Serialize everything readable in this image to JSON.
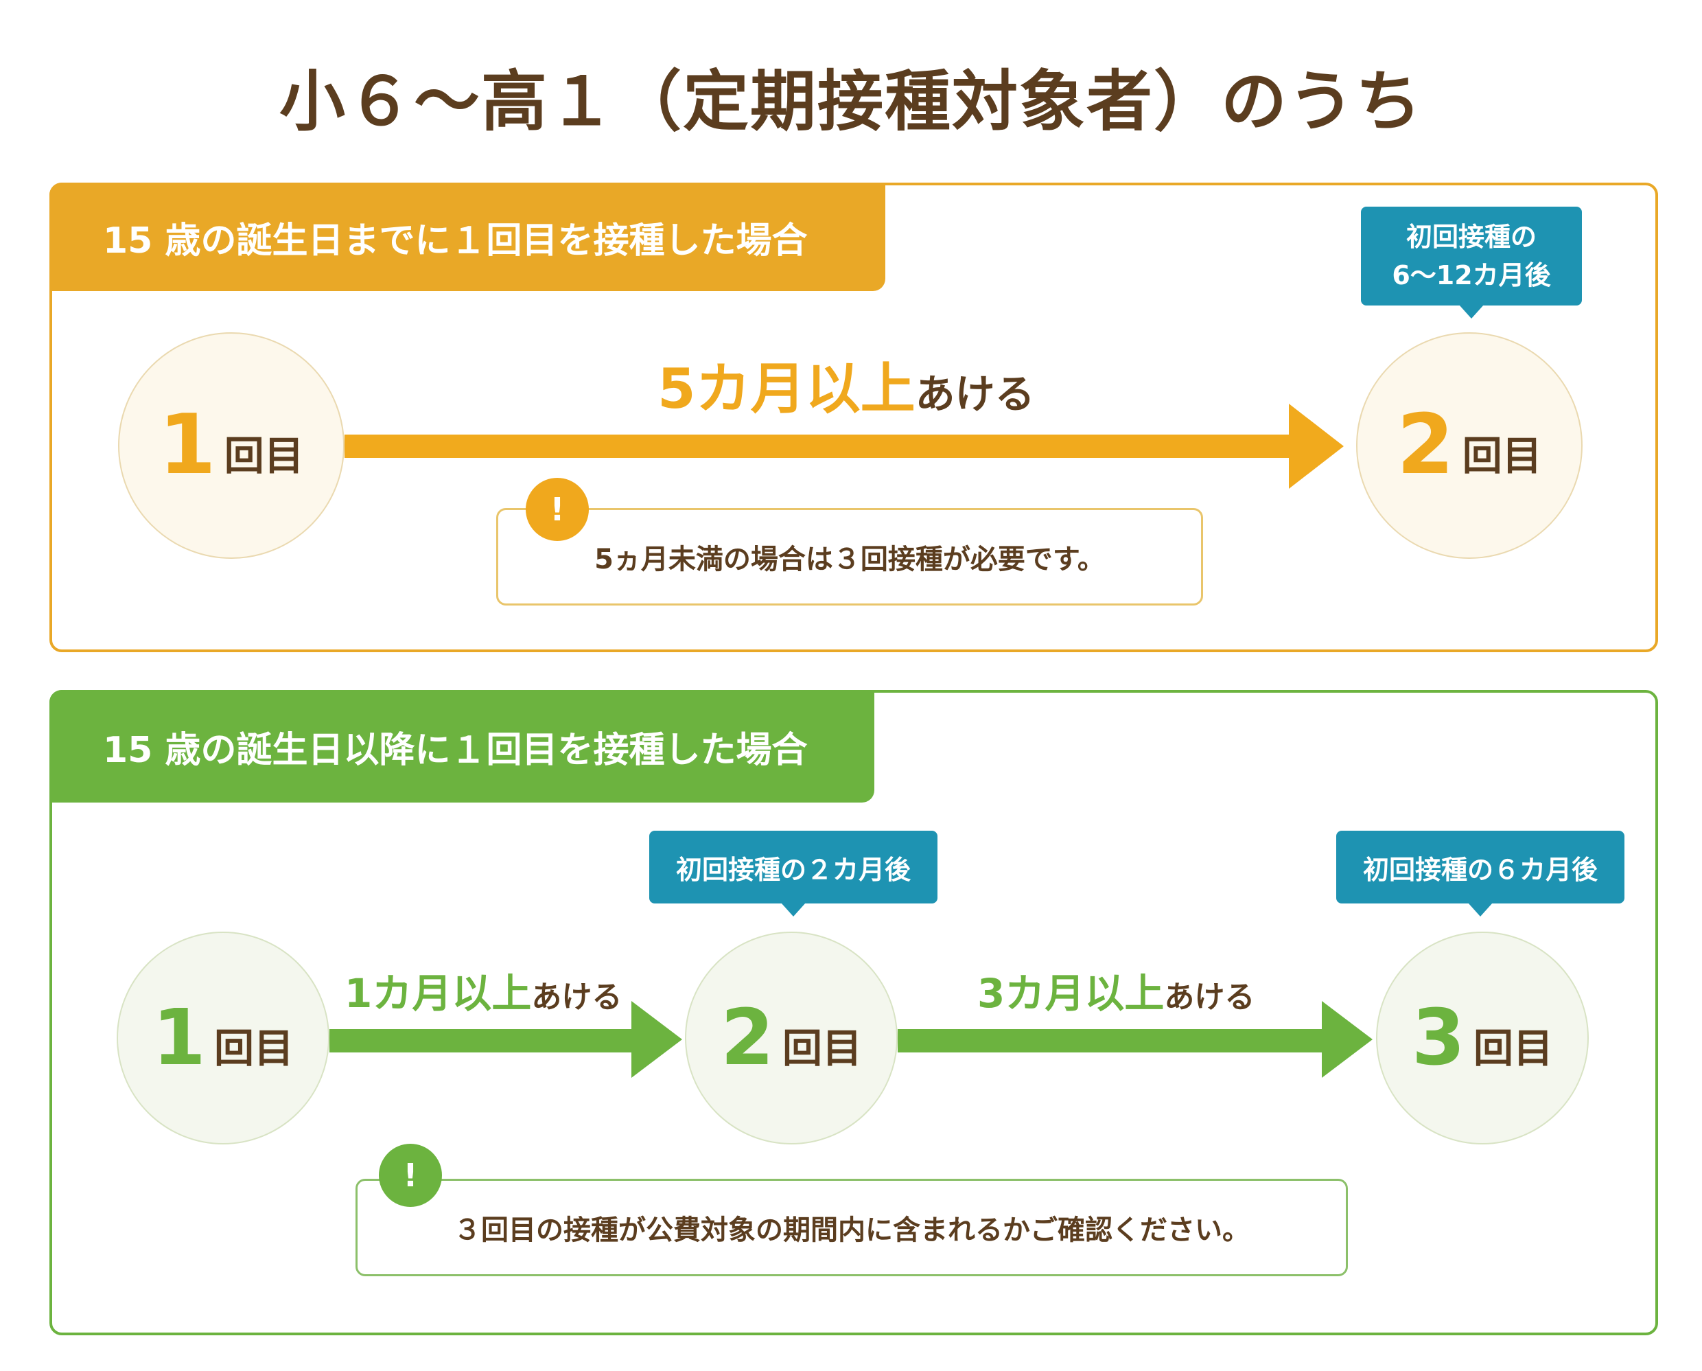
{
  "title": "小６〜高１（定期接種対象者）のうち",
  "section_a": {
    "header": "15 歳の誕生日までに１回目を接種した場合",
    "dose1": {
      "num": "1",
      "suffix": "回目"
    },
    "dose2": {
      "num": "2",
      "suffix": "回目"
    },
    "gap": {
      "em": "5カ月以上",
      "suffix": "あける"
    },
    "tag2": {
      "line1": "初回接種の",
      "line2": "6〜12カ月後"
    },
    "note": "5ヵ月未満の場合は３回接種が必要です。",
    "note_icon": "!"
  },
  "section_b": {
    "header": "15 歳の誕生日以降に１回目を接種した場合",
    "dose1": {
      "num": "1",
      "suffix": "回目"
    },
    "dose2": {
      "num": "2",
      "suffix": "回目"
    },
    "dose3": {
      "num": "3",
      "suffix": "回目"
    },
    "gap1": {
      "em": "1カ月以上",
      "suffix": "あける"
    },
    "gap2": {
      "em": "3カ月以上",
      "suffix": "あける"
    },
    "tag2": "初回接種の２カ月後",
    "tag3": "初回接種の６カ月後",
    "note": "３回目の接種が公費対象の期間内に含まれるかご確認ください。",
    "note_icon": "!"
  },
  "colors": {
    "text": "#5b3d1f",
    "orange": "#f0a81d",
    "green": "#6cb33f",
    "tag_blue": "#1e93b2"
  }
}
